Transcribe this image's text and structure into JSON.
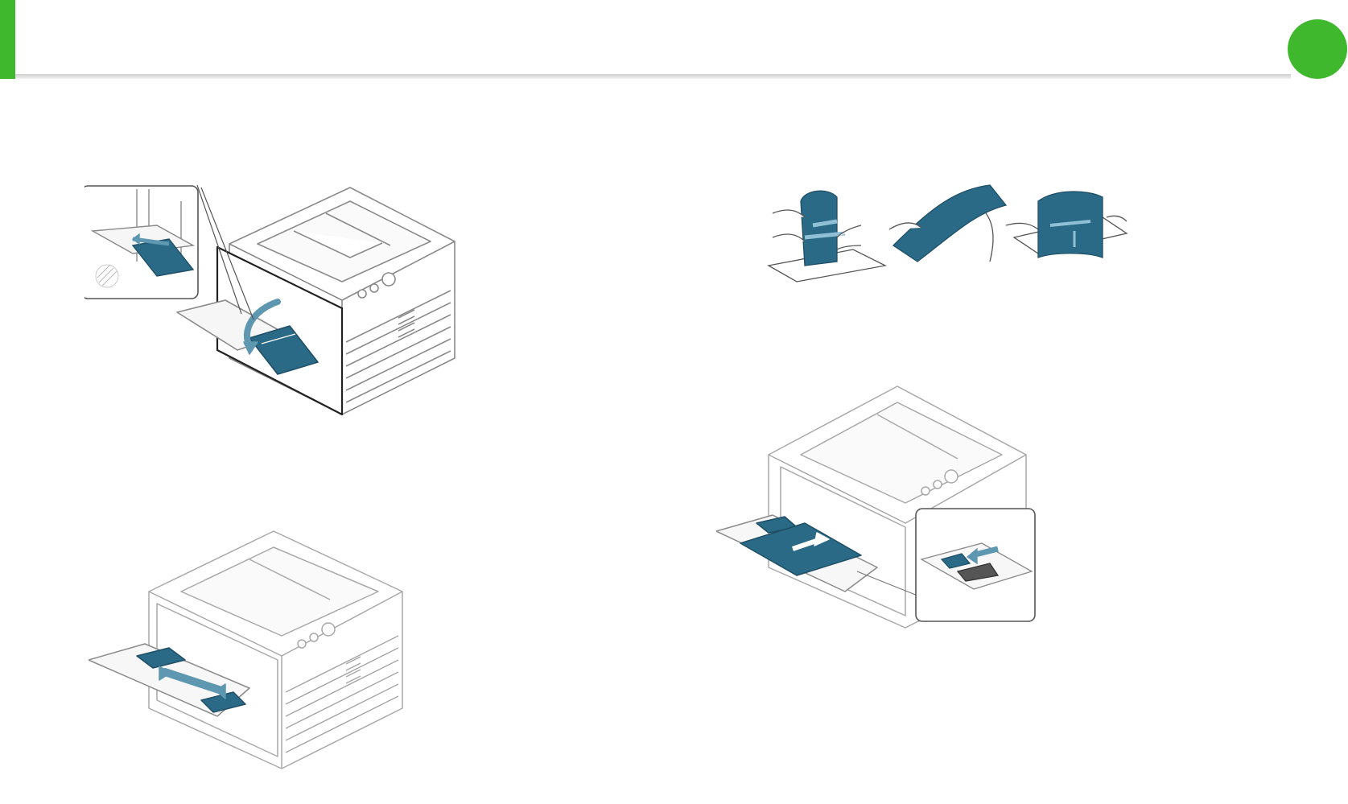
{
  "header": {
    "accent_color": "#3fb82e",
    "rule_color": "#d6d6d6"
  },
  "illustrations": [
    {
      "id": "open-tray",
      "icon": "printer-open-manual-tray"
    },
    {
      "id": "flex-paper",
      "icon": "flex-paper-stack"
    },
    {
      "id": "adjust-guide",
      "icon": "printer-adjust-paper-guide"
    },
    {
      "id": "load-paper",
      "icon": "printer-load-paper"
    }
  ],
  "colors": {
    "outline": "#8a8a8a",
    "highlight": "#2b6a86",
    "highlight_light": "#5e97b0"
  }
}
